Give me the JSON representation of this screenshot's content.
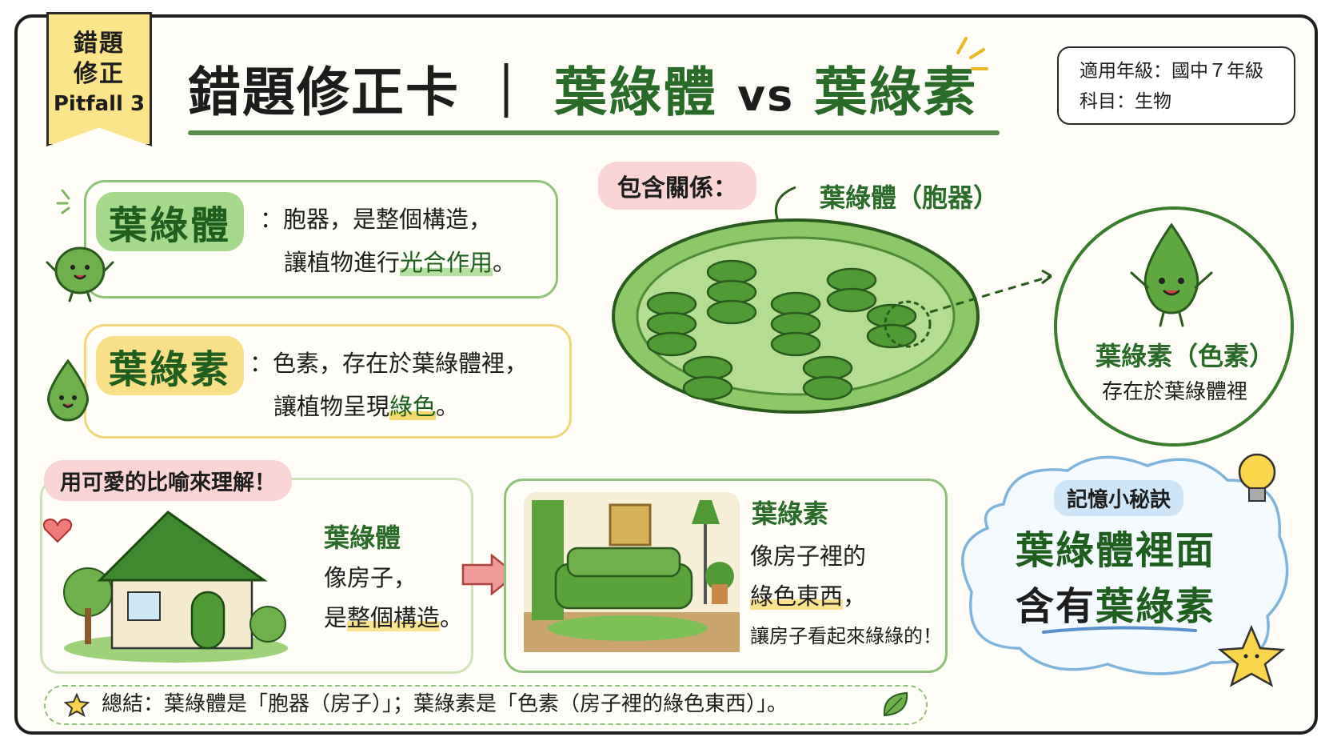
{
  "ribbon": {
    "line1": "錯題",
    "line2": "修正",
    "line3": "Pitfall 3"
  },
  "title": {
    "part1": "錯題修正卡",
    "sep": "｜",
    "term1": "葉綠體",
    "vs": "vs",
    "term2": "葉綠素"
  },
  "grade": {
    "level": "適用年級：國中７年級",
    "subject": "科目：生物"
  },
  "definitions": {
    "chloroplast": {
      "term": "葉綠體",
      "line1": "：胞器，是整個構造，",
      "line2_pre": "讓植物進行",
      "line2_hl": "光合作用",
      "line2_post": "。"
    },
    "chlorophyll": {
      "term": "葉綠素",
      "line1": "：色素，存在於葉綠體裡，",
      "line2_pre": "讓植物呈現",
      "line2_hl": "綠色",
      "line2_post": "。"
    }
  },
  "diagram": {
    "label": "包含關係：",
    "chloroplast_label": "葉綠體（胞器）",
    "circle_title": "葉綠素（色素）",
    "circle_sub": "存在於葉綠體裡"
  },
  "analogy": {
    "label": "用可愛的比喻來理解！",
    "house_title": "葉綠體",
    "house_line1": "像房子，",
    "house_line2_pre": "是",
    "house_line2_hl": "整個構造",
    "house_line2_post": "。",
    "room_title": "葉綠素",
    "room_line1": "像房子裡的",
    "room_line2_hl": "綠色東西",
    "room_line2_post": "，",
    "room_line3": "讓房子看起來綠綠的！"
  },
  "memory": {
    "tag": "記憶小秘訣",
    "line1": "葉綠體裡面",
    "line2_pre": "含有",
    "line2_hl": "葉綠素"
  },
  "summary": {
    "text": "總結：葉綠體是「胞器（房子）」；葉綠素是「色素（房子裡的綠色東西）」。"
  },
  "colors": {
    "dark_green": "#2a6b2a",
    "light_green": "#a7d98c",
    "yellow": "#f8e088",
    "pink": "#f9d5d5",
    "blue": "#cde5f7"
  }
}
